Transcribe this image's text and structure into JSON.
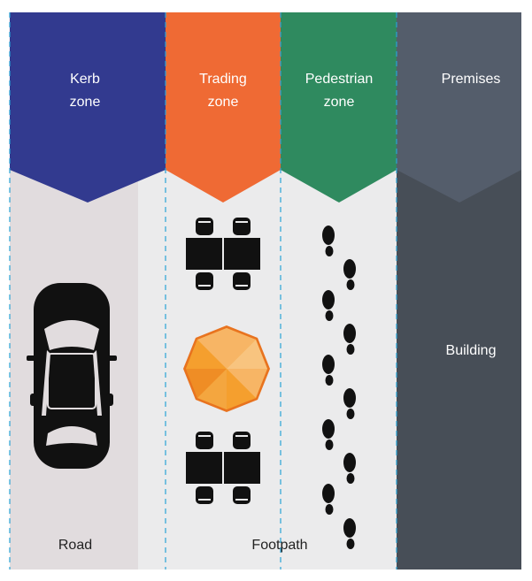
{
  "zones": [
    {
      "id": "kerb",
      "line1": "Kerb",
      "line2": "zone"
    },
    {
      "id": "trading",
      "line1": "Trading",
      "line2": "zone"
    },
    {
      "id": "pedestrian",
      "line1": "Pedestrian",
      "line2": "zone"
    },
    {
      "id": "premises",
      "line1": "Premises",
      "line2": ""
    }
  ],
  "areas": {
    "road": "Road",
    "footpath": "Footpath",
    "building": "Building"
  },
  "colors": {
    "kerb": "#323a8f",
    "trading": "#ef6a34",
    "pedestrian": "#2f8a5f",
    "premises": "#545d6b",
    "building": "#474e57",
    "road": "#e1dcde",
    "footpath": "#ebebec",
    "divider": "#29a3d6",
    "icon": "#111111",
    "umbrella_light": "#f7b565",
    "umbrella_mid": "#f59f2e",
    "umbrella_dark": "#e8731f"
  },
  "icons": [
    "car-icon",
    "table-chairs-icon",
    "umbrella-icon",
    "footprints-icon"
  ]
}
